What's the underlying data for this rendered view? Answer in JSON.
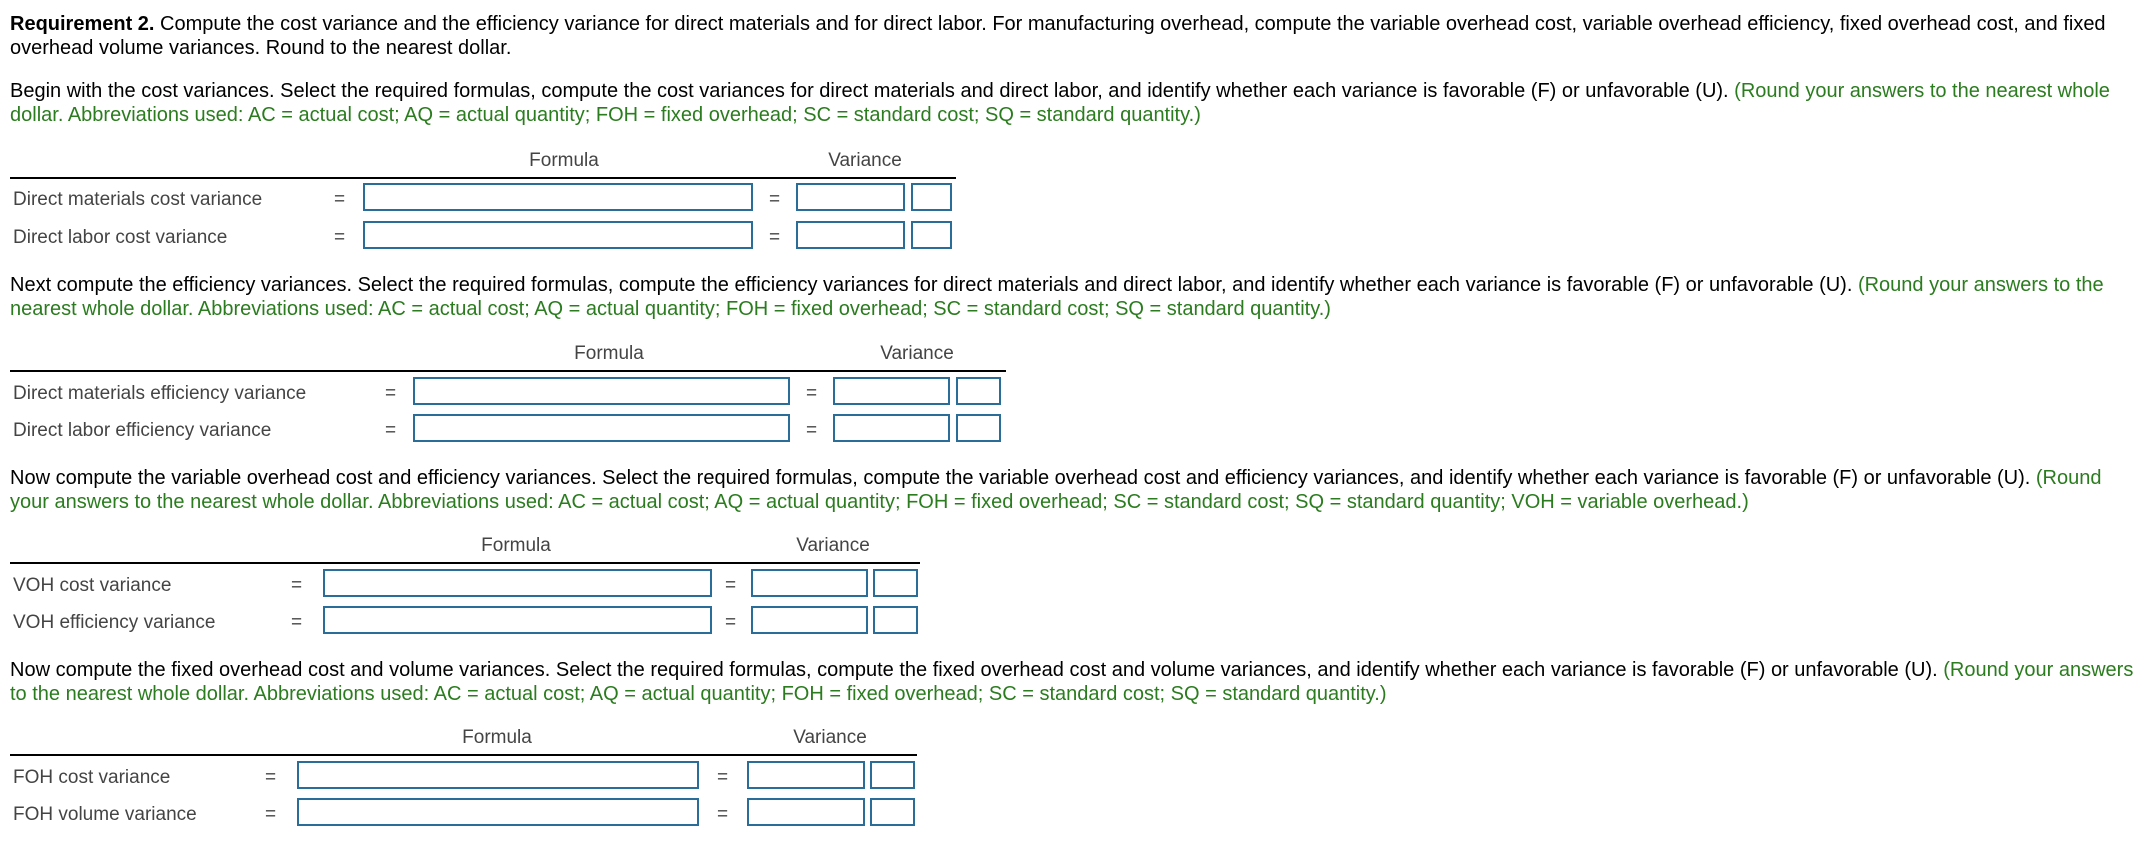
{
  "intro": {
    "bold": "Requirement 2.",
    "text": " Compute the cost variance and the efficiency variance for direct materials and for direct labor. For manufacturing overhead, compute the variable overhead cost, variable overhead efficiency, fixed overhead cost, and fixed overhead volume variances. Round to the nearest dollar."
  },
  "sections": [
    {
      "instruction": "Begin with the cost variances. Select the required formulas, compute the cost variances for direct materials and direct labor, and identify whether each variance is favorable (F) or unfavorable (U). ",
      "note": "(Round your answers to the nearest whole dollar. Abbreviations used: AC = actual cost; AQ = actual quantity; FOH = fixed overhead; SC = standard cost; SQ = standard quantity.)",
      "formula_header": "Formula",
      "variance_header": "Variance",
      "rows": [
        {
          "label": "Direct materials cost variance",
          "eq1": "=",
          "eq2": "="
        },
        {
          "label": "Direct labor cost variance",
          "eq1": "=",
          "eq2": "="
        }
      ]
    },
    {
      "instruction": "Next compute the efficiency variances. Select the required formulas, compute the efficiency variances for direct materials and direct labor, and identify whether each variance is favorable (F) or unfavorable (U). ",
      "note": "(Round your answers to the nearest whole dollar. Abbreviations used: AC = actual cost; AQ = actual quantity; FOH = fixed overhead; SC = standard cost; SQ = standard quantity.)",
      "formula_header": "Formula",
      "variance_header": "Variance",
      "rows": [
        {
          "label": "Direct materials efficiency variance",
          "eq1": "=",
          "eq2": "="
        },
        {
          "label": "Direct labor efficiency variance",
          "eq1": "=",
          "eq2": "="
        }
      ]
    },
    {
      "instruction": "Now compute the variable overhead cost and efficiency variances. Select the required formulas, compute the variable overhead cost and efficiency variances, and identify whether each variance is favorable (F) or unfavorable (U). ",
      "note": "(Round your answers to the nearest whole dollar. Abbreviations used: AC = actual cost; AQ = actual quantity; FOH = fixed overhead; SC = standard cost; SQ = standard quantity; VOH = variable overhead.)",
      "formula_header": "Formula",
      "variance_header": "Variance",
      "rows": [
        {
          "label": "VOH cost variance",
          "eq1": "=",
          "eq2": "="
        },
        {
          "label": "VOH efficiency variance",
          "eq1": "=",
          "eq2": "="
        }
      ]
    },
    {
      "instruction": "Now compute the fixed overhead cost and volume variances. Select the required formulas, compute the fixed overhead cost and volume variances, and identify whether each variance is favorable (F) or unfavorable (U). ",
      "note": "(Round your answers to the nearest whole dollar. Abbreviations used: AC = actual cost; AQ = actual quantity; FOH = fixed overhead; SC = standard cost; SQ = standard quantity.)",
      "formula_header": "Formula",
      "variance_header": "Variance",
      "rows": [
        {
          "label": "FOH cost variance",
          "eq1": "=",
          "eq2": "="
        },
        {
          "label": "FOH volume variance",
          "eq1": "=",
          "eq2": "="
        }
      ]
    }
  ]
}
